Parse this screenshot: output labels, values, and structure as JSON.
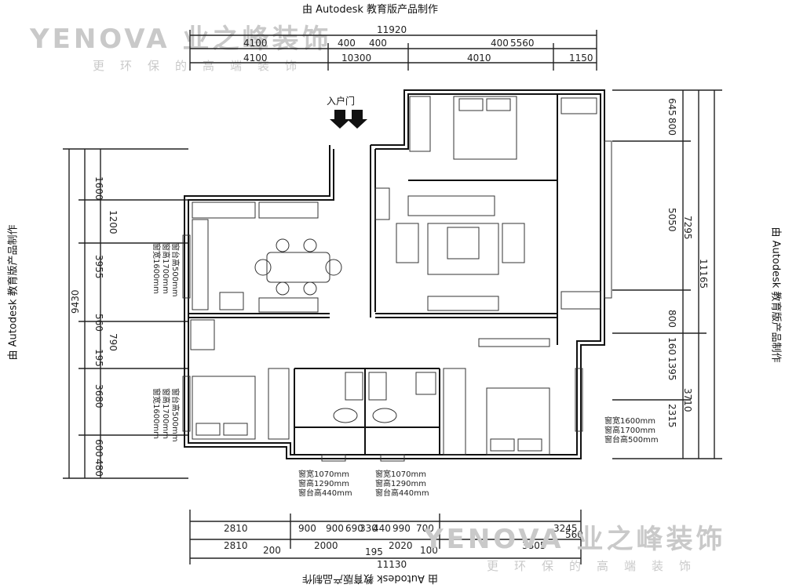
{
  "watermark": {
    "brand": "YENOVA 业之峰装饰",
    "slogan": "更环保的高端装饰"
  },
  "edu_notice": "由 Autodesk 教育版产品制作",
  "entrance_label": "入户门",
  "dimensions": {
    "top_row1": [
      "11920"
    ],
    "top_row2": [
      "4100",
      "400",
      "400",
      "5560",
      "400"
    ],
    "top_row3": [
      "4100",
      "10300",
      "4010",
      "1150"
    ],
    "bottom_row1": [
      "2810",
      "900",
      "990",
      "700",
      "330",
      "440",
      "690",
      "900",
      "3245",
      "560"
    ],
    "bottom_row2": [
      "2810",
      "200",
      "2000",
      "195",
      "2020",
      "100",
      "3805"
    ],
    "bottom_row3": [
      "11130"
    ],
    "left_outer": [
      "9430"
    ],
    "left_inner": [
      "1600",
      "1200",
      "3955",
      "560",
      "790",
      "195",
      "3680",
      "600",
      "480"
    ],
    "right_inner": [
      "645",
      "800",
      "5050",
      "800",
      "160",
      "1395",
      "2315"
    ],
    "right_outer": [
      "7295",
      "3710"
    ],
    "right_total": [
      "11165"
    ]
  },
  "window_notes": {
    "left_upper": [
      "窗宽1600mm",
      "窗高1700mm",
      "窗台高500mm"
    ],
    "left_lower": [
      "窗宽1600mm",
      "窗高1700mm",
      "窗台高500mm"
    ],
    "right_lower": [
      "窗宽1600mm",
      "窗高1700mm",
      "窗台高500mm"
    ],
    "bottom_left": [
      "窗宽1070mm",
      "窗高1290mm",
      "窗台高440mm"
    ],
    "bottom_right": [
      "窗宽1070mm",
      "窗高1290mm",
      "窗台高440mm"
    ]
  }
}
